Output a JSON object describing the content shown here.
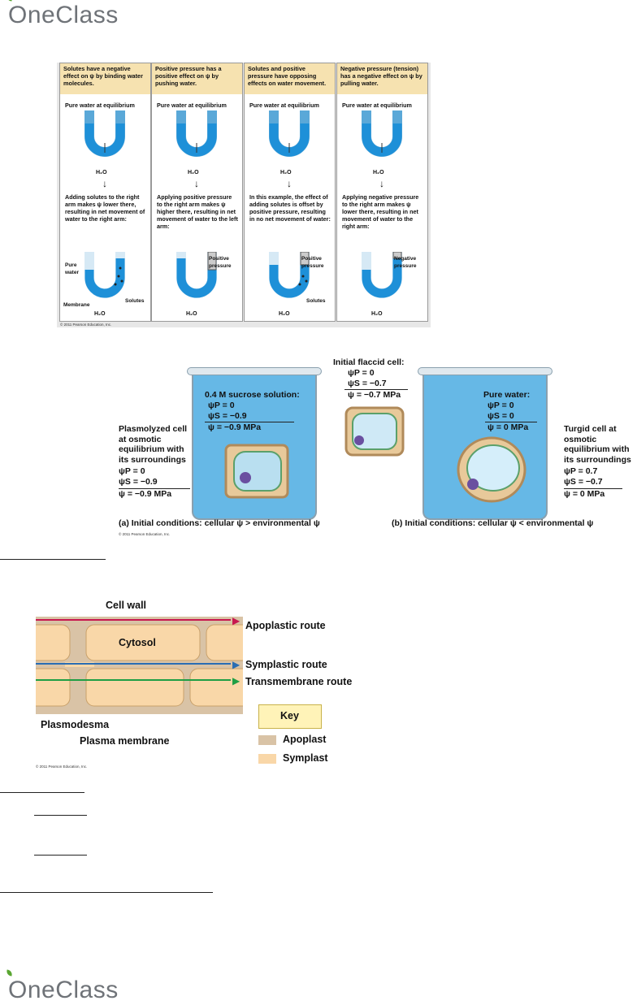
{
  "header_logo": "OneClass",
  "footer_logo": "OneClass",
  "figure1": {
    "panels": [
      {
        "heading": "Solutes have a negative effect on ψ by binding water molecules.",
        "top_label": "Pure water at equilibrium",
        "flow": "H₂O",
        "desc": "Adding solutes to the right arm makes ψ lower there, resulting in net movement of water to the right arm:",
        "labels": [
          "Pure water",
          "Membrane",
          "Solutes"
        ],
        "bottom_flow": "H₂O"
      },
      {
        "heading": "Positive pressure has a positive effect on ψ by pushing water.",
        "top_label": "Pure water at equilibrium",
        "flow": "H₂O",
        "desc": "Applying positive pressure to the right arm makes ψ higher there, resulting in net movement of water to the left arm:",
        "labels": [
          "Positive pressure"
        ],
        "bottom_flow": "H₂O"
      },
      {
        "heading": "Solutes and positive pressure have opposing effects on water movement.",
        "top_label": "Pure water at equilibrium",
        "flow": "H₂O",
        "desc": "In this example, the effect of adding solutes is offset by positive pressure, resulting in no net movement of water:",
        "labels": [
          "Positive pressure",
          "Solutes"
        ],
        "bottom_flow": "H₂O"
      },
      {
        "heading": "Negative pressure (tension) has a negative effect on ψ by pulling water.",
        "top_label": "Pure water at equilibrium",
        "flow": "H₂O",
        "desc": "Applying negative pressure to the right arm makes ψ lower there, resulting in net movement of water to the right arm:",
        "labels": [
          "Negative pressure"
        ],
        "bottom_flow": "H₂O"
      }
    ],
    "credit": "© 2011 Pearson Education, Inc."
  },
  "figure2": {
    "flaccid": {
      "title": "Initial flaccid cell:",
      "psi_p": "ψP = 0",
      "psi_s": "ψS = −0.7",
      "psi": "ψ = −0.7 MPa"
    },
    "left_solution": {
      "title": "0.4 M sucrose solution:",
      "psi_p": "ψP = 0",
      "psi_s": "ψS = −0.9",
      "psi": "ψ = −0.9 MPa"
    },
    "right_solution": {
      "title": "Pure water:",
      "psi_p": "ψP = 0",
      "psi_s": "ψS = 0",
      "psi": "ψ = 0 MPa"
    },
    "plasmolyzed": {
      "title": "Plasmolyzed cell at osmotic equilibrium with its surroundings",
      "psi_p": "ψP = 0",
      "psi_s": "ψS = −0.9",
      "psi": "ψ = −0.9 MPa"
    },
    "turgid": {
      "title": "Turgid cell at osmotic equilibrium with its surroundings",
      "psi_p": "ψP = 0.7",
      "psi_s": "ψS = −0.7",
      "psi": "ψ = 0 MPa"
    },
    "caption_a": "(a) Initial conditions: cellular ψ > environmental ψ",
    "caption_b": "(b) Initial conditions: cellular ψ < environmental ψ",
    "credit": "© 2011 Pearson Education, Inc."
  },
  "figure3": {
    "cell_wall": "Cell wall",
    "cytosol": "Cytosol",
    "apoplastic": "Apoplastic route",
    "symplastic": "Symplastic route",
    "transmembrane": "Transmembrane route",
    "plasmodesma": "Plasmodesma",
    "plasma_membrane": "Plasma membrane",
    "key": "Key",
    "apoplast": "Apoplast",
    "symplast": "Symplast",
    "credit": "© 2011 Pearson Education, Inc.",
    "colors": {
      "apoplast": "#d9c3a6",
      "symplast": "#f9d7a8",
      "apoplastic_line": "#c8174f",
      "symplastic_line": "#2a6db3",
      "transmembrane_line": "#1f9e44"
    }
  }
}
